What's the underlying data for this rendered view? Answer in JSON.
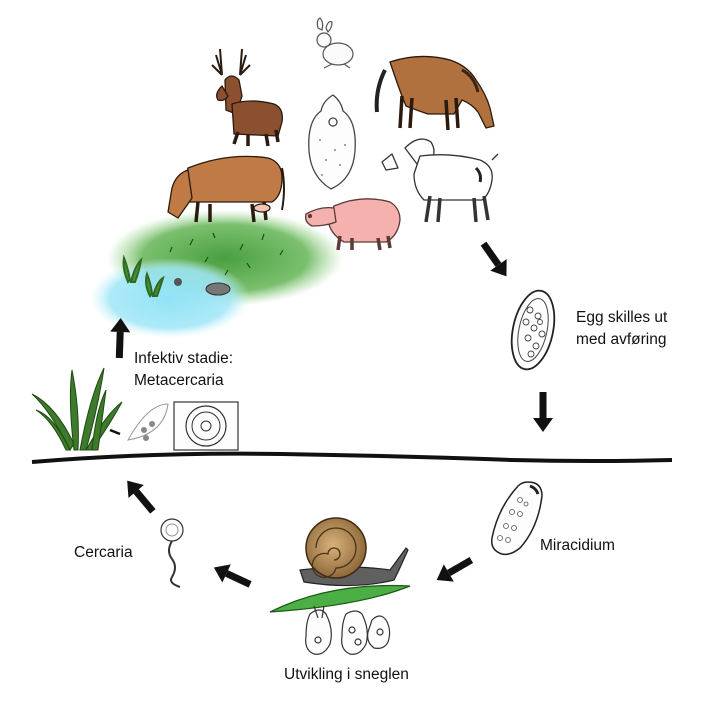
{
  "labels": {
    "egg": [
      "Egg skilles ut",
      "med avføring"
    ],
    "miracidium": "Miracidium",
    "snail_development": "Utvikling i sneglen",
    "cercaria": "Cercaria",
    "infective_stage": [
      "Infektiv stadie:",
      "Metacercaria"
    ]
  },
  "colors": {
    "arrow": "#111111",
    "ground_line": "#111111",
    "grass_patch": "#3f9a35",
    "water": "#7fdcf3",
    "cow": "#c07a45",
    "deer": "#8a5030",
    "horse": "#b0713e",
    "pig": "#f4b1ad",
    "leaf": "#4caf45",
    "snail_shell": "#a9804a",
    "plant": "#3d7a2c"
  },
  "icons": {
    "hosts": [
      "deer-icon",
      "rabbit-icon",
      "horse-icon",
      "cow-icon",
      "sheep-icon",
      "pig-icon",
      "adult-fluke-icon"
    ],
    "stages": [
      "egg-icon",
      "miracidium-icon",
      "snail-icon",
      "sporocyst-icon",
      "redia-icon",
      "cercaria-icon",
      "metacercaria-icon",
      "water-plant-icon"
    ]
  }
}
